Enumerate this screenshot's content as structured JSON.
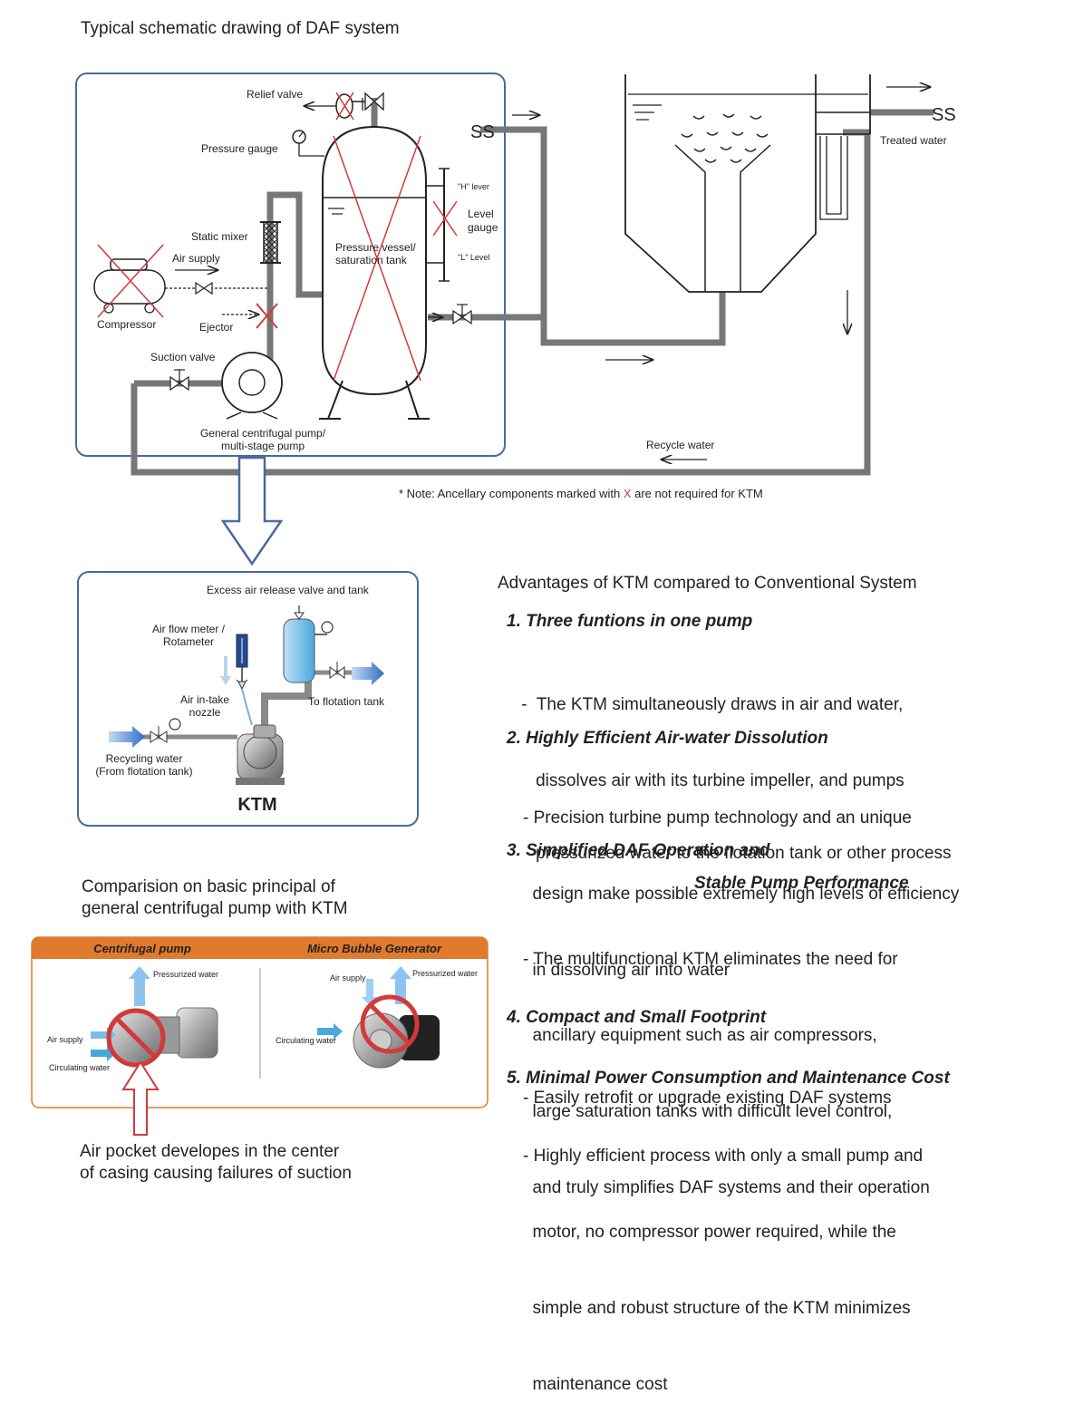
{
  "diagram_title": "Typical schematic drawing of DAF system",
  "labels": {
    "relief_valve": "Relief valve",
    "pressure_gauge": "Pressure gauge",
    "static_mixer": "Static mixer",
    "air_supply": "Air supply",
    "compressor": "Compressor",
    "ejector": "Ejector",
    "suction_valve": "Suction valve",
    "pump_line1": "General centrifugal pump/",
    "pump_line2": "multi-stage pump",
    "vessel_line1": "Pressure vessel/",
    "vessel_line2": "saturation tank",
    "h_level": "\"H\" lever",
    "l_level": "\"L\" Level",
    "level_gauge_1": "Level",
    "level_gauge_2": "gauge",
    "treated_water": "Treated water",
    "recycle_water": "Recycle water",
    "note_prefix": "* Note: Ancellary components marked with ",
    "note_x": "X",
    "note_suffix": " are not required for KTM",
    "ss": "SS"
  },
  "ktm_box": {
    "excess_air": "Excess air release valve and tank",
    "air_flow_1": "Air flow meter /",
    "air_flow_2": "Rotameter",
    "air_intake_1": "Air in-take",
    "air_intake_2": "nozzle",
    "to_flotation": "To flotation tank",
    "recycling_1": "Recycling water",
    "recycling_2": "(From flotation tank)",
    "ktm": "KTM"
  },
  "comparison": {
    "heading_1": "Comparision on basic principal of",
    "heading_2": "general centrifugal pump with KTM",
    "left_title": "Centrifugal pump",
    "right_title": "Micro Bubble Generator",
    "pressurized_water": "Pressurized water",
    "air_supply": "Air supply",
    "circulating_water": "Circulating water",
    "caption_1": "Air pocket developes in the center",
    "caption_2": "of casing causing failures of suction"
  },
  "advantages": {
    "title": "Advantages of KTM compared to Conventional System",
    "items": [
      {
        "heading": "1. Three funtions in one pump",
        "lines": [
          " -  The KTM simultaneously draws in air and water,",
          "    dissolves air with its turbine impeller, and pumps",
          "    pressurized water to the flotation tank or other process"
        ]
      },
      {
        "heading": "2. Highly Efficient Air-water Dissolution",
        "lines": [
          "- Precision turbine pump technology and an unique",
          "  design make possible extremely high levels of efficiency",
          "  in dissolving air into water"
        ]
      },
      {
        "heading": "3. Simplified DAF Operation and",
        "heading2": "Stable Pump Performance",
        "lines": [
          "- The multifunctional KTM eliminates the need for",
          "  ancillary equipment such as air compressors,",
          "  large saturation tanks with difficult level control,",
          "  and truly simplifies DAF systems and their operation"
        ]
      },
      {
        "heading": "4. Compact and Small Footprint",
        "lines": [
          "- Easily retrofit or upgrade existing DAF systems"
        ]
      },
      {
        "heading": "5. Minimal Power Consumption and Maintenance Cost",
        "lines": [
          "- Highly efficient process with only a small pump and",
          "  motor, no compressor power required, while the",
          "  simple and robust structure of the KTM minimizes",
          "  maintenance cost"
        ]
      }
    ]
  },
  "colors": {
    "box_border": "#4a6a9c",
    "pipe": "#777777",
    "cross": "#d23a3a",
    "orange": "#e07a2c",
    "ktm_blue": "#1d5aa6",
    "arrow_blue": "#3a8fd8"
  }
}
